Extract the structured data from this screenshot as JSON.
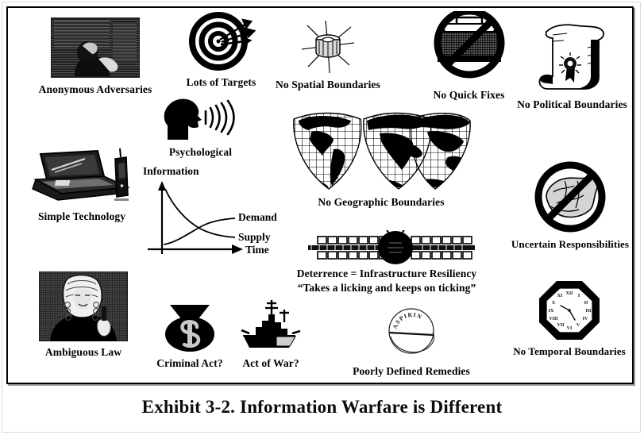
{
  "exhibit": {
    "title": "Exhibit 3-2.  Information Warfare is Different",
    "frame_color": "#000000",
    "background_color": "#ffffff"
  },
  "items": [
    {
      "id": "anonymous-adversaries",
      "icon": "hacker-at-terminal-photo",
      "caption": "Anonymous Adversaries"
    },
    {
      "id": "lots-of-targets",
      "icon": "bullseye-target-with-darts-icon",
      "caption": "Lots of Targets"
    },
    {
      "id": "no-spatial-boundaries",
      "icon": "satellite-icon",
      "caption": "No Spatial Boundaries"
    },
    {
      "id": "no-quick-fixes",
      "icon": "toolbox-prohibited-icon",
      "caption": "No Quick Fixes"
    },
    {
      "id": "no-political-boundaries",
      "icon": "sealed-scroll-icon",
      "caption": "No Political Boundaries"
    },
    {
      "id": "psychological",
      "icon": "head-silhouette-soundwaves-icon",
      "caption": "Psychological"
    },
    {
      "id": "simple-technology",
      "icon": "laptop-and-mobile-phone-icon",
      "caption": "Simple Technology"
    },
    {
      "id": "no-geographic-boundaries",
      "icon": "interrupted-world-map-globe-icon",
      "caption": "No Geographic Boundaries"
    },
    {
      "id": "uncertain-responsibilities",
      "icon": "crumpled-cloth-prohibited-icon",
      "caption": "Uncertain Responsibilities"
    },
    {
      "id": "deterrence",
      "icon": "circuit-board-bug-icon",
      "caption": "Deterrence = Infrastructure Resiliency",
      "caption2": "“Takes a licking and keeps on ticking”"
    },
    {
      "id": "ambiguous-law",
      "icon": "judge-in-wig-photo",
      "caption": "Ambiguous Law"
    },
    {
      "id": "criminal-act",
      "icon": "money-bag-dollar-icon",
      "caption": "Criminal Act?"
    },
    {
      "id": "act-of-war",
      "icon": "battleship-icon",
      "caption": "Act of War?"
    },
    {
      "id": "poorly-defined-remedies",
      "icon": "aspirin-tablet-icon",
      "caption": "Poorly Defined Remedies",
      "icon_text": "ASPIRIN"
    },
    {
      "id": "no-temporal-boundaries",
      "icon": "octagonal-clock-icon",
      "caption": "No Temporal Boundaries",
      "clock_numerals": [
        "XII",
        "I",
        "II",
        "III",
        "IV",
        "V",
        "VI",
        "VII",
        "VIII",
        "IX",
        "X",
        "XI"
      ]
    }
  ],
  "chart_data": {
    "type": "line",
    "title": "",
    "ylabel": "Information",
    "xlabel": "Time",
    "legend_position": "right",
    "grid": false,
    "xlim": [
      0,
      10
    ],
    "ylim": [
      0,
      10
    ],
    "x": [
      0,
      1,
      2,
      3,
      4,
      5,
      6,
      7,
      8
    ],
    "series": [
      {
        "name": "Demand",
        "values": [
          0.3,
          1.8,
          3.4,
          4.6,
          5.4,
          5.9,
          6.2,
          6.4,
          6.5
        ]
      },
      {
        "name": "Supply",
        "values": [
          9.6,
          7.2,
          5.6,
          4.6,
          4.0,
          3.6,
          3.3,
          3.1,
          3.0
        ]
      }
    ]
  }
}
